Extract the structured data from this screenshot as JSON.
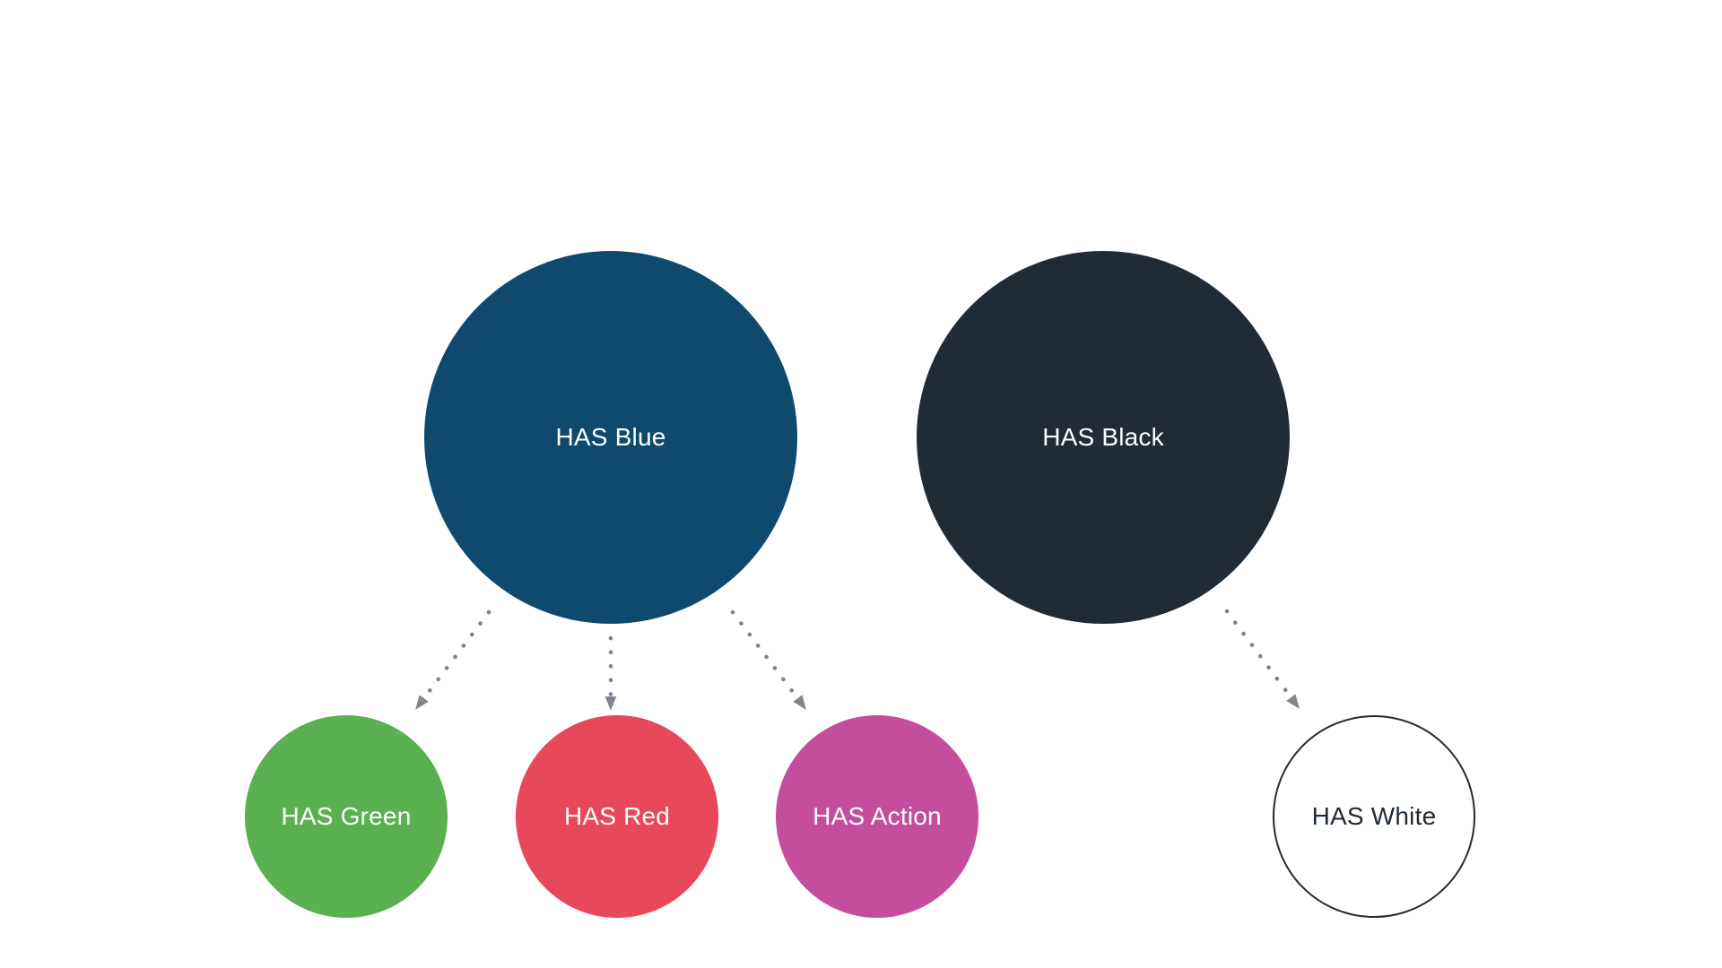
{
  "diagram": {
    "background_color": "#ffffff",
    "edge_color": "#7f848e",
    "nodes": {
      "blue": {
        "label": "HAS Blue",
        "color": "#0f4a6e",
        "text_color": "#ffffff",
        "size": "large"
      },
      "black": {
        "label": "HAS Black",
        "color": "#212b36",
        "text_color": "#ffffff",
        "size": "large"
      },
      "green": {
        "label": "HAS Green",
        "color": "#5bb052",
        "text_color": "#ffffff",
        "size": "small"
      },
      "red": {
        "label": "HAS Red",
        "color": "#e8495a",
        "text_color": "#ffffff",
        "size": "small"
      },
      "action": {
        "label": "HAS Action",
        "color": "#c54d9e",
        "text_color": "#ffffff",
        "size": "small"
      },
      "white": {
        "label": "HAS White",
        "color": "#ffffff",
        "border_color": "#212b36",
        "text_color": "#212b36",
        "size": "small"
      }
    },
    "edges": [
      {
        "from": "blue",
        "to": "green",
        "style": "dotted-arrow"
      },
      {
        "from": "blue",
        "to": "red",
        "style": "dotted-arrow"
      },
      {
        "from": "blue",
        "to": "action",
        "style": "dotted-arrow"
      },
      {
        "from": "black",
        "to": "white",
        "style": "dotted-arrow"
      }
    ]
  }
}
